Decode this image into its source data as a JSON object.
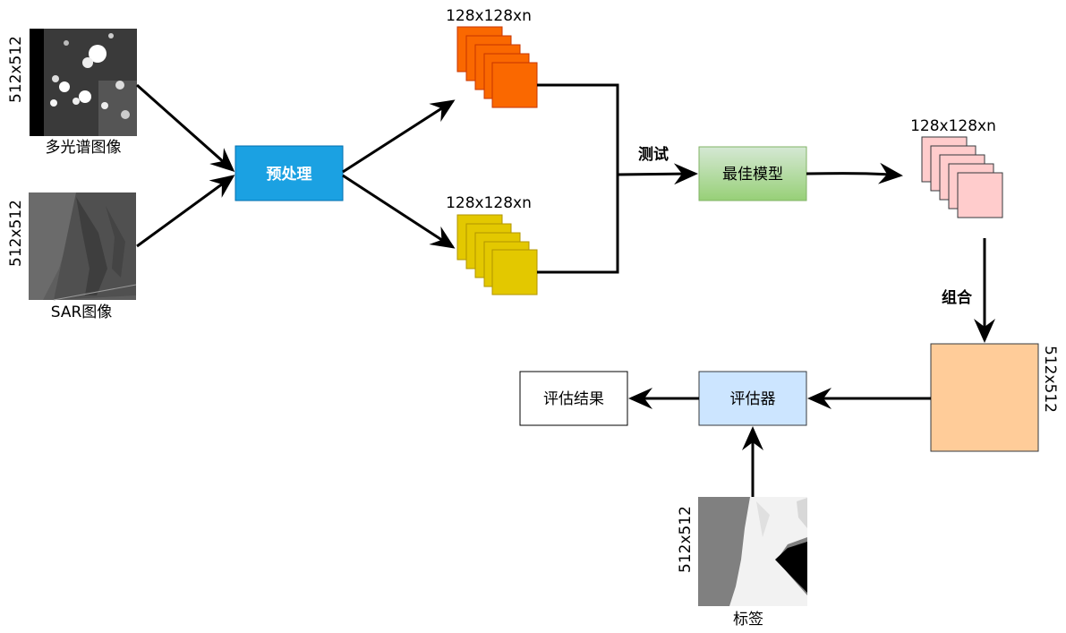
{
  "images": {
    "multispectral": {
      "size_label": "512x512",
      "caption": "多光谱图像"
    },
    "sar": {
      "size_label": "512x512",
      "caption": "SAR图像"
    },
    "label": {
      "size_label": "512x512",
      "caption": "标签"
    }
  },
  "nodes": {
    "preprocess": {
      "label": "预处理",
      "color": "#1ba1e2"
    },
    "best_model": {
      "label": "最佳模型",
      "color": "#c8e6b0"
    },
    "evaluator": {
      "label": "评估器",
      "color": "#cce5ff"
    },
    "eval_result": {
      "label": "评估结果",
      "color": "#ffffff"
    }
  },
  "patch_stacks": {
    "orange": {
      "label": "128x128xn",
      "color": "#fa6800"
    },
    "yellow": {
      "label": "128x128xn",
      "color": "#e3c800"
    },
    "pink": {
      "label": "128x128xn",
      "color": "#ffcccc"
    }
  },
  "combined": {
    "size_label": "512x512",
    "color": "#ffcc99"
  },
  "edge_labels": {
    "test": "测试",
    "combine": "组合"
  }
}
